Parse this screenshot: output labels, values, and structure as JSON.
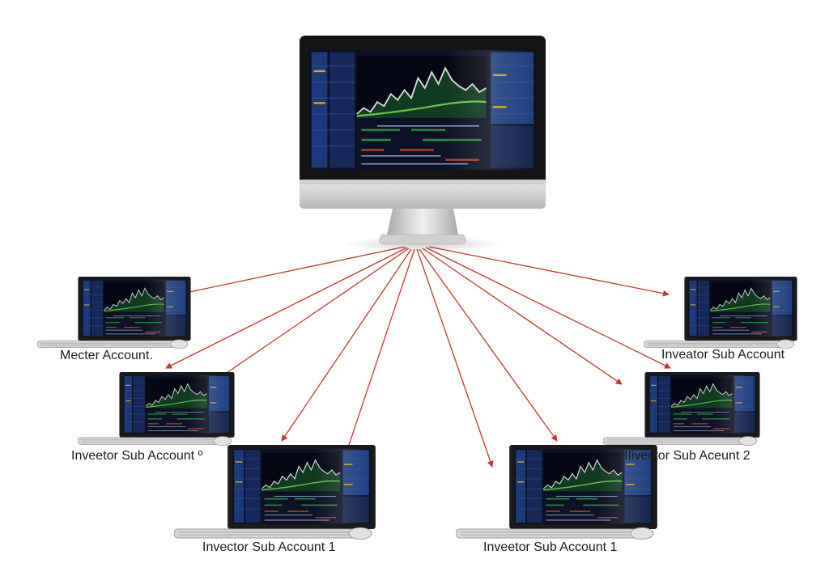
{
  "diagram": {
    "accent_arrow_color": "#c0392b",
    "master_station": {
      "icon": "desktop-monitor-icon"
    },
    "accounts": [
      {
        "id": "a1",
        "label": "Mecter Account.",
        "icon": "laptop-icon"
      },
      {
        "id": "a2",
        "label": "Inveator Sub Account",
        "icon": "laptop-icon"
      },
      {
        "id": "a3",
        "label": "Inveetor Sub Account º",
        "icon": "laptop-icon"
      },
      {
        "id": "a4",
        "label": "IIivector Sub Aceunt 2",
        "icon": "laptop-icon"
      },
      {
        "id": "a5",
        "label": "Invector Sub Account 1",
        "icon": "laptop-icon"
      },
      {
        "id": "a6",
        "label": "Inveetor Sub Account 1",
        "icon": "laptop-icon"
      }
    ]
  }
}
